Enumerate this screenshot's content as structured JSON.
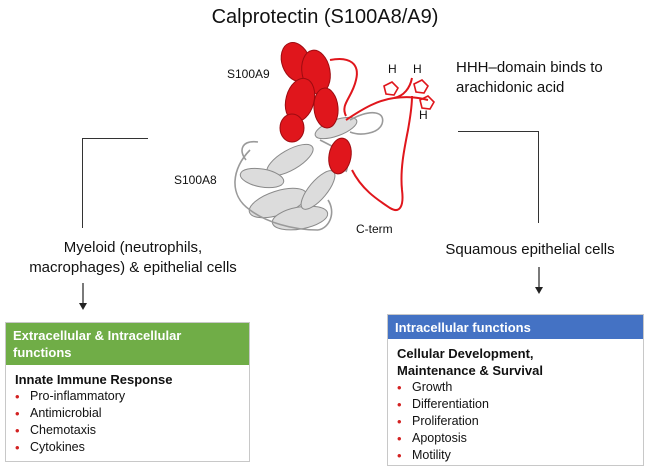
{
  "title": "Calprotectin (S100A8/A9)",
  "structure_labels": {
    "s100a9": "S100A9",
    "s100a8": "S100A8",
    "c_term": "C-term",
    "histidine": "H"
  },
  "hhh_note": {
    "line1": "HHH–domain binds to",
    "line2": "arachidonic acid"
  },
  "left_branch": {
    "line1": "Myeloid (neutrophils,",
    "line2": "macrophages) & epithelial cells"
  },
  "right_branch": {
    "line1": "Squamous epithelial cells"
  },
  "left_box": {
    "header_line1": "Extracellular & Intracellular",
    "header_line2": "functions",
    "subtitle": "Innate Immune Response",
    "items": [
      "Pro-inflammatory",
      "Antimicrobial",
      "Chemotaxis",
      "Cytokines"
    ],
    "header_color": "#70ad47"
  },
  "right_box": {
    "header": "Intracellular functions",
    "subtitle_line1": "Cellular Development,",
    "subtitle_line2": "Maintenance & Survival",
    "items": [
      "Growth",
      "Differentiation",
      "Proliferation",
      "Apoptosis",
      "Motility"
    ],
    "header_color": "#4472c4"
  },
  "colors": {
    "s100a9_ribbon": "#e0161c",
    "s100a8_ribbon": "#d0d0d0",
    "bullet": "#d32222"
  },
  "icons": [
    "protein-ribbon-structure",
    "histidine-ring-icon",
    "down-arrow-icon"
  ]
}
